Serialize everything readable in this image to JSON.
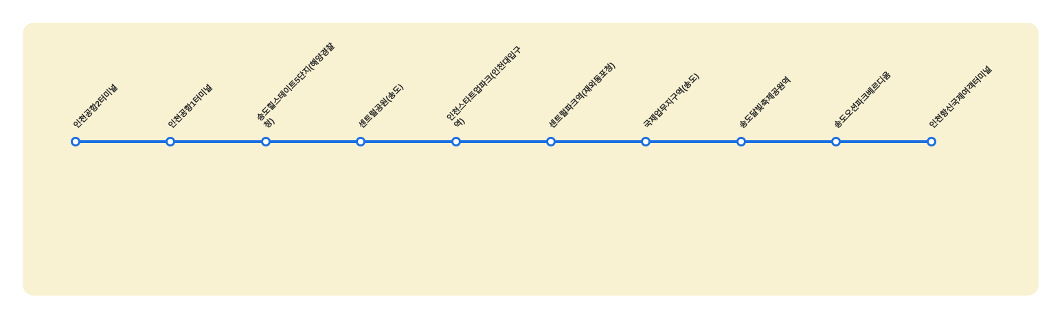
{
  "page": {
    "background": "#ffffff"
  },
  "card": {
    "background": "#f8f2d3"
  },
  "route": {
    "line_color": "#1b6fe0",
    "dot_fill": "#ffffff",
    "dot_border": "#1b6fe0",
    "label_color": "#2a2a2a",
    "stations": [
      {
        "name": "인천공항2터미널"
      },
      {
        "name": "인천공항1터미널"
      },
      {
        "name": "송도힐스테이트5단지(해양경찰청)"
      },
      {
        "name": "센트럴공원(송도)"
      },
      {
        "name": "인천스타트업파크(인천대입구역)"
      },
      {
        "name": "센트럴파크역(재외동포청)"
      },
      {
        "name": "국제업무지구역(송도)"
      },
      {
        "name": "송도달빛축제공원역"
      },
      {
        "name": "송도오션파크베르디움"
      },
      {
        "name": "인천항신국제여객터미널"
      }
    ]
  }
}
